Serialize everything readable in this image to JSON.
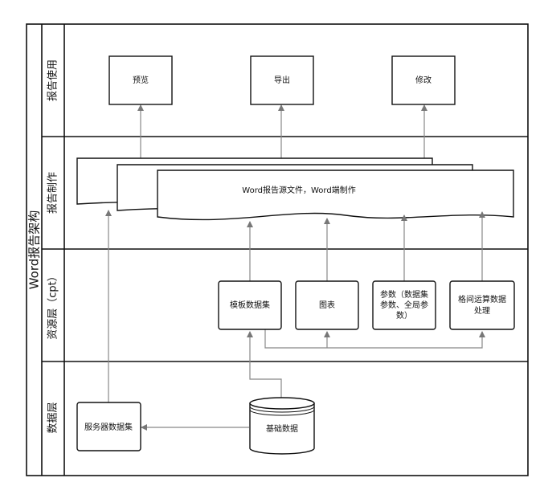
{
  "diagram": {
    "title": "Word报告架构",
    "lanes": {
      "usage": "报告使用",
      "making": "报告制作",
      "resource": "资源层（cpt）",
      "data": "数据层"
    },
    "nodes": {
      "preview": "预览",
      "export": "导出",
      "modify": "修改",
      "word_doc": "Word报告源文件，Word端制作",
      "template_dataset": [
        "模板数据集"
      ],
      "chart": [
        "图表"
      ],
      "params": [
        "参数（数据集",
        "参数、全局参",
        "数）"
      ],
      "cell_calc": [
        "格间运算数据",
        "处理"
      ],
      "server_dataset": [
        "服务器数据集"
      ],
      "base_data": "基础数据"
    }
  }
}
